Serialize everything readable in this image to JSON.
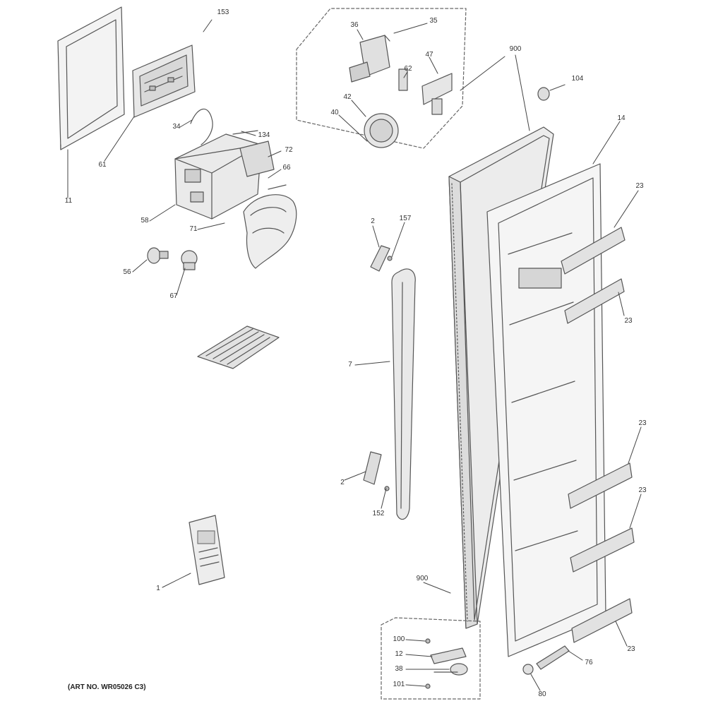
{
  "diagram": {
    "art_number": "(ART NO. WR05026 C3)",
    "colors": {
      "line": "#555555",
      "fill": "#e4e4e4",
      "text": "#333333"
    },
    "callouts": [
      "153",
      "11",
      "61",
      "34",
      "134",
      "72",
      "66",
      "58",
      "71",
      "56",
      "67",
      "36",
      "35",
      "62",
      "47",
      "42",
      "40",
      "900",
      "104",
      "14",
      "23",
      "23",
      "23",
      "23",
      "23",
      "2",
      "157",
      "7",
      "2",
      "152",
      "1",
      "900",
      "100",
      "12",
      "38",
      "101",
      "76",
      "80"
    ]
  }
}
